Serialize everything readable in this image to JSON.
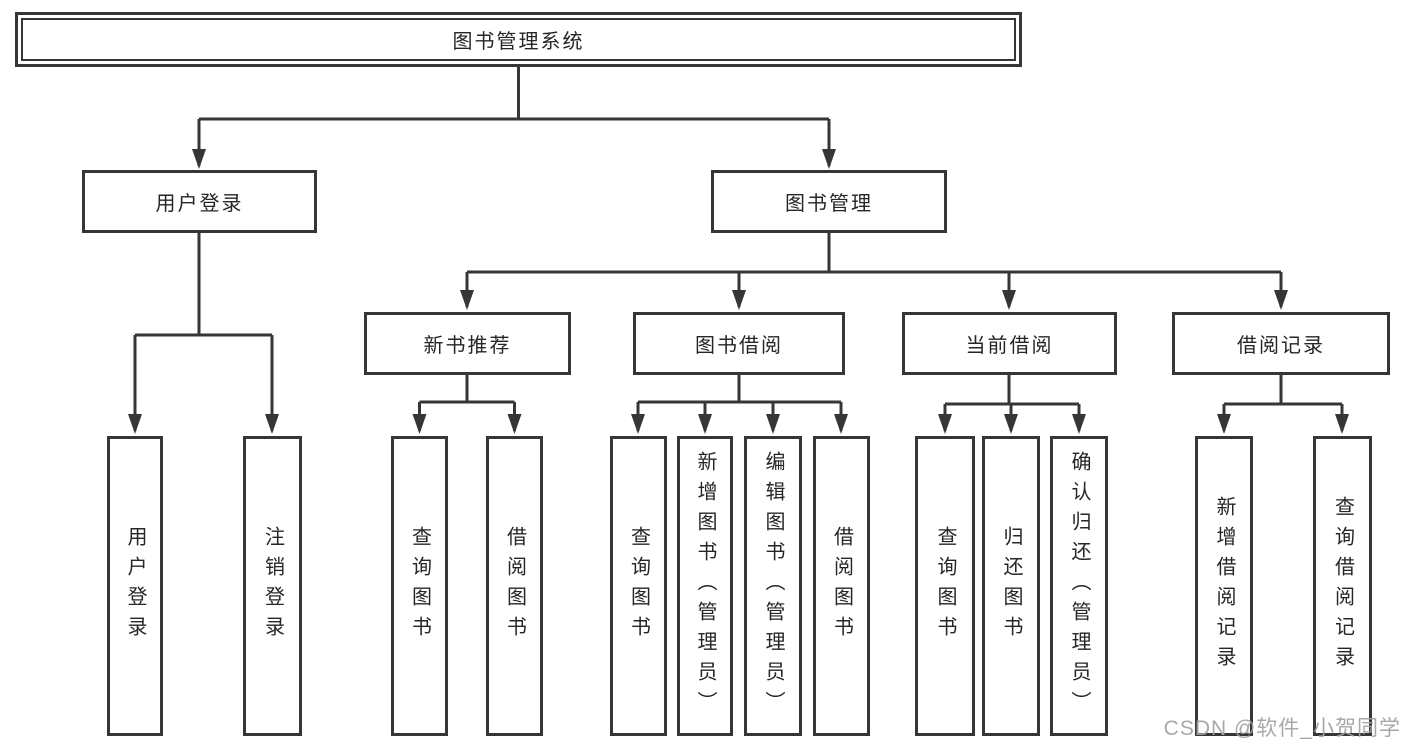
{
  "colors": {
    "line": "#363636",
    "box_border": "#363636",
    "text": "#262626",
    "background": "#ffffff",
    "watermark": "#a3a3a3"
  },
  "diagram": {
    "type": "tree",
    "root": {
      "label": "图书管理系统"
    },
    "branches": [
      {
        "label": "用户登录",
        "children": [
          {
            "label": "用户登录"
          },
          {
            "label": "注销登录"
          }
        ]
      },
      {
        "label": "图书管理",
        "children": [
          {
            "label": "新书推荐",
            "children": [
              {
                "label": "查询图书"
              },
              {
                "label": "借阅图书"
              }
            ]
          },
          {
            "label": "图书借阅",
            "children": [
              {
                "label": "查询图书"
              },
              {
                "label": "新增图书（管理员）"
              },
              {
                "label": "编辑图书（管理员）"
              },
              {
                "label": "借阅图书"
              }
            ]
          },
          {
            "label": "当前借阅",
            "children": [
              {
                "label": "查询图书"
              },
              {
                "label": "归还图书"
              },
              {
                "label": "确认归还（管理员）"
              }
            ]
          },
          {
            "label": "借阅记录",
            "children": [
              {
                "label": "新增借阅记录"
              },
              {
                "label": "查询借阅记录"
              }
            ]
          }
        ]
      }
    ]
  },
  "watermark": {
    "text": "CSDN @软件_小贺同学"
  }
}
